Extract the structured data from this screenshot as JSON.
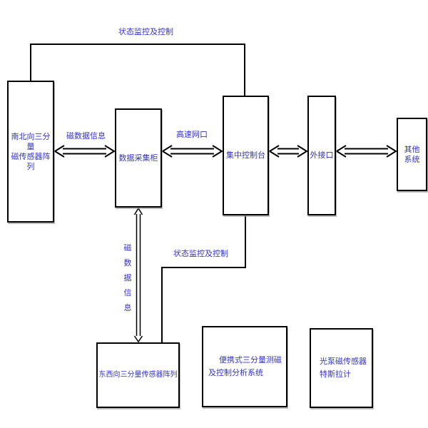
{
  "diagram": {
    "colors": {
      "background": "#FFFFFF",
      "line": "#000000",
      "text": "#3333CC"
    },
    "boxes": {
      "nb_sensor_array": {
        "lines": [
          "南北向三分量",
          "磁传感器阵列"
        ]
      },
      "daq_cabinet": {
        "lines": [
          "数据采集柜"
        ]
      },
      "central_console": {
        "lines": [
          "集中控制台"
        ]
      },
      "external_interface": {
        "lines": [
          "外接口"
        ]
      },
      "other_system": {
        "lines": [
          "其他",
          "系统"
        ]
      },
      "ew_sensor_array": {
        "lines": [
          "东西向三分量传感器阵列"
        ]
      },
      "portable_analyzer": {
        "lines": [
          "便携式三分量测磁",
          "及控制分析系统"
        ]
      },
      "optical_pump_teslameter": {
        "lines": [
          "光泵磁传感器",
          "特斯拉计"
        ]
      }
    },
    "edge_labels": {
      "top_status_control": "状态监控及控制",
      "mid_status_control": "状态监控及控制",
      "mag_data_horizontal": "磁数据信息",
      "mag_data_vertical": "磁数据信息",
      "high_speed_port": "高速网口"
    }
  }
}
